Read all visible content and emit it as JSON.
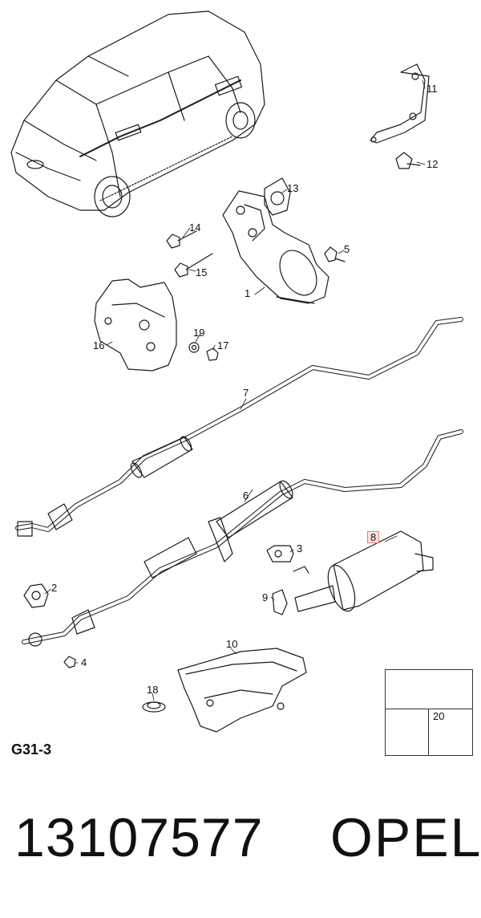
{
  "diagram": {
    "figure_ref": "G31-3",
    "part_number": "13107577",
    "brand": "OPEL",
    "highlighted_callout": "8",
    "highlight_color": "#e07b7b",
    "callouts": [
      "1",
      "2",
      "3",
      "4",
      "5",
      "6",
      "7",
      "8",
      "9",
      "10",
      "11",
      "12",
      "13",
      "14",
      "15",
      "16",
      "17",
      "18",
      "19"
    ],
    "legend": {
      "number": "20",
      "icons": [
        "manual-book-wrench-icon",
        "oil-can-icon",
        "sealant-tube-icon"
      ]
    }
  }
}
